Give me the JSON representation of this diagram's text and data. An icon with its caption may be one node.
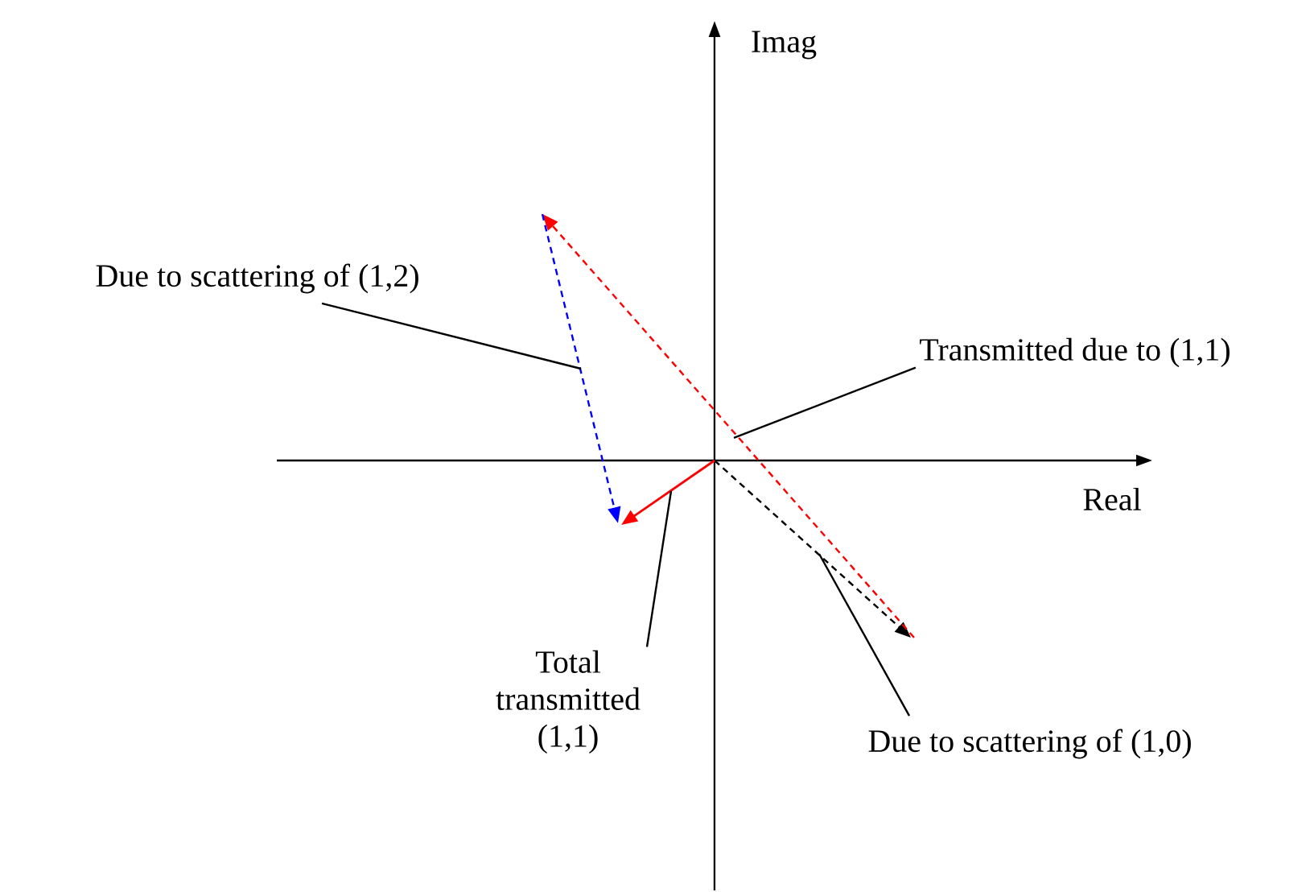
{
  "diagram": {
    "nodes": [
      {
        "text": [
          "Due to scattering of (1,2)"
        ]
      },
      {
        "text": [
          "Transmitted due to (1,1)"
        ]
      },
      {
        "text": [
          "Total transmitted (1,1)"
        ]
      },
      {
        "text": [
          "Due to scattering of (1,0)"
        ]
      }
    ],
    "edges": [
      {
        "from": 0,
        "to": null,
        "arrow": "none"
      },
      {
        "from": 1,
        "to": null,
        "arrow": "none"
      },
      {
        "from": 2,
        "to": null,
        "arrow": "none"
      },
      {
        "from": 3,
        "to": null,
        "arrow": "none"
      }
    ],
    "labels": [
      "Imag",
      "Real"
    ]
  }
}
